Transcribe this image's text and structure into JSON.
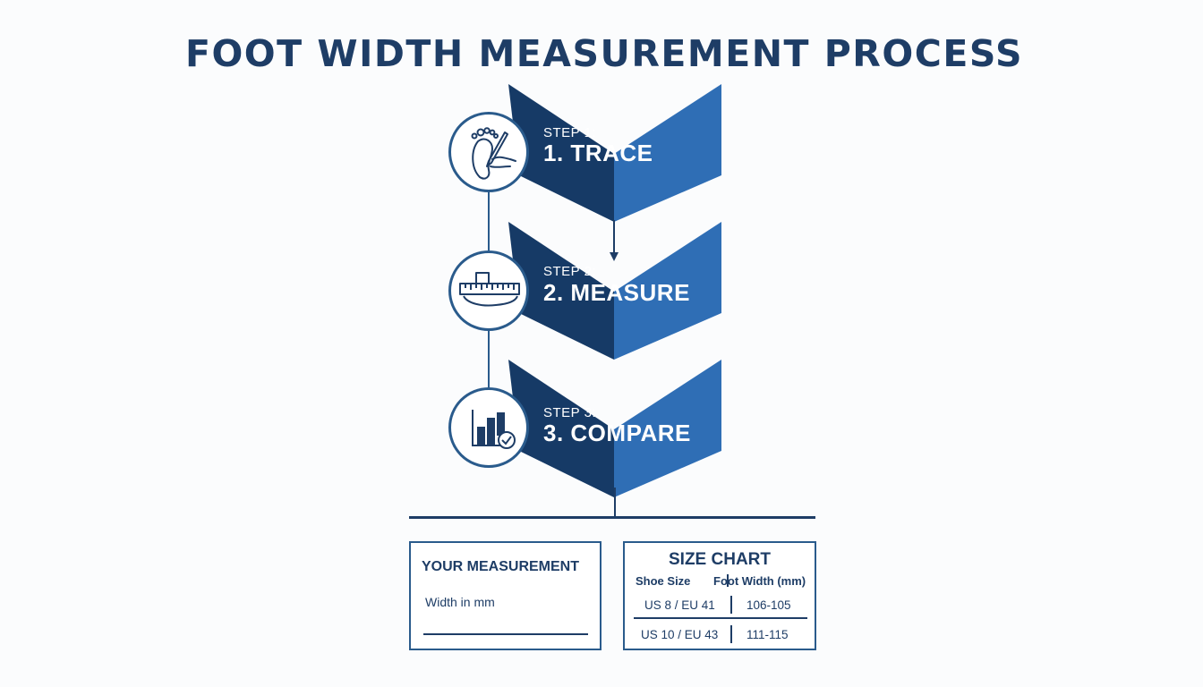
{
  "title": "FOOT WIDTH MEASUREMENT PROCESS",
  "colors": {
    "chevron_dark": "#163a66",
    "chevron_light": "#2f6eb5",
    "title": "#1e3d66",
    "line": "#2a5b8c",
    "background": "#fbfcfd"
  },
  "steps": [
    {
      "label": "STEP 1:",
      "name": "1. TRACE",
      "icon": "foot-tracing-pencil-icon"
    },
    {
      "label": "STEP 2:",
      "name": "2.  MEASURE",
      "icon": "ruler-foot-icon"
    },
    {
      "label": "STEP 3:",
      "name": "3. COMPARE",
      "icon": "bar-chart-check-icon"
    }
  ],
  "measurement_box": {
    "heading": "YOUR MEASUREMENT",
    "field_label": "Width in mm"
  },
  "size_chart": {
    "heading": "SIZE CHART",
    "columns": [
      "Shoe Size",
      "Foot Width (mm)"
    ],
    "rows": [
      [
        "US 8 / EU 41",
        "106-105"
      ],
      [
        "US 10 / EU 43",
        "111-115"
      ]
    ]
  }
}
